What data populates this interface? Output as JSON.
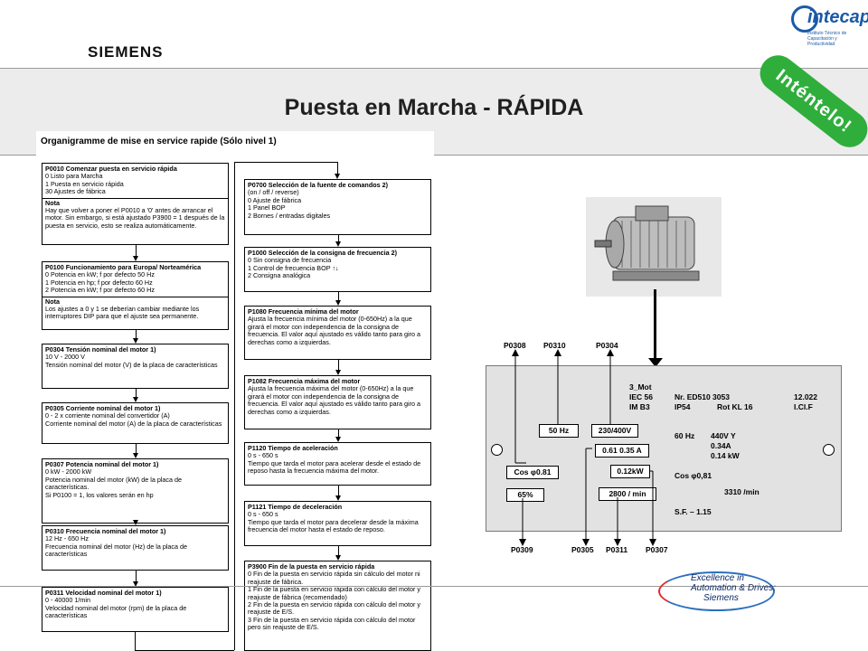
{
  "brand": "SIEMENS",
  "title": "Puesta en Marcha - RÁPIDA",
  "badge": "Inténtelo!",
  "intecap": {
    "name": "intecap",
    "sub": "Instituto Técnico de Capacitación y Productividad"
  },
  "flow": {
    "heading": "Organigramme de mise en service rapide (Sólo nivel 1)",
    "left": [
      {
        "head": "P0010  Comenzar puesta en servicio rápida",
        "lines": [
          "0    Listo para Marcha",
          "1    Puesta en servicio rápida",
          "30  Ajustes de fábrica"
        ],
        "nota_label": "Nota",
        "nota": "Hay que volver a poner el P0010 a '0' antes de arrancar el motor. Sin embargo, si está ajustado P3900 = 1 después de la puesta en servicio, esto se realiza automáticamente."
      },
      {
        "head": "P0100  Funcionamiento para Europa/ Norteamérica",
        "lines": [
          "0    Potencia en kW; f por defecto 50 Hz",
          "1    Potencia en hp; f por defecto 60 Hz",
          "2    Potencia en kW; f por defecto 60 Hz"
        ],
        "nota_label": "Nota",
        "nota": "Los ajustes a 0 y 1 se deberían cambiar mediante los interruptores DIP para que el ajuste sea permanente."
      },
      {
        "head": "P0304  Tensión nominal del motor 1)",
        "lines": [
          "10 V - 2000 V",
          "Tensión nominal del motor (V) de la placa de características"
        ]
      },
      {
        "head": "P0305  Corriente nominal del motor 1)",
        "lines": [
          "0 - 2 x corriente nominal del convertidor (A)",
          "Corriente nominal del motor (A) de la placa de características"
        ]
      },
      {
        "head": "P0307  Potencia nominal del motor 1)",
        "lines": [
          "0 kW - 2000 kW",
          "Potencia nominal del motor (kW) de la placa de características.",
          "Si P0100 = 1, los valores serán en hp"
        ]
      },
      {
        "head": "P0310  Frecuencia nominal del motor 1)",
        "lines": [
          "12 Hz - 650 Hz",
          "Frecuencia nominal del motor (Hz) de la placa de características"
        ]
      },
      {
        "head": "P0311  Velocidad nominal del motor 1)",
        "lines": [
          "0  - 40000 1/min",
          "Velocidad nominal del motor (rpm) de la placa de características"
        ]
      }
    ],
    "right": [
      {
        "head": "P0700  Selección de la fuente de comandos 2)",
        "lines": [
          "(on / off / reverse)",
          "0    Ajuste de fábrica",
          "1    Panel BOP",
          "2    Bornes / entradas digitales"
        ]
      },
      {
        "head": "P1000  Selección de la consigna de frecuencia 2)",
        "lines": [
          "0    Sin consigna de frecuencia",
          "1    Control de frecuencia BOP  ↑↓",
          "2    Consigna analógica"
        ]
      },
      {
        "head": "P1080  Frecuencia mínima del motor",
        "lines": [
          "Ajusta la frecuencia mínima del motor (0-650Hz) a la que girará el motor con independencia de la consigna de frecuencia. El valor aquí ajustado es válido tanto para giro a derechas como a izquierdas."
        ]
      },
      {
        "head": "P1082  Frecuencia máxima del motor",
        "lines": [
          "Ajusta la frecuencia máxima del motor (0-650Hz) a la que girará el motor con independencia de la consigna de frecuencia. El valor aquí ajustado es válido tanto para giro a derechas como a izquierdas."
        ]
      },
      {
        "head": "P1120  Tiempo de aceleración",
        "lines": [
          "0 s - 650 s",
          "Tiempo que tarda el motor para acelerar desde el estado de reposo hasta la frecuencia máxima del motor."
        ]
      },
      {
        "head": "P1121  Tiempo de deceleración",
        "lines": [
          "0 s - 650 s",
          "Tiempo que tarda el motor para decelerar desde la máxima frecuencia del motor hasta el estado de reposo."
        ]
      },
      {
        "head": "P3900  Fin de la puesta en servicio rápida",
        "lines": [
          "0    Fin de la puesta en servicio rápida sin cálculo del motor ni reajuste de fábrica.",
          "1    Fin de la puesta en servicio rápida con cálculo del motor y reajuste de fábrica (recomendado)",
          "2    Fin de la puesta en servicio rápida con cálculo del motor y reajuste de E/S.",
          "3    Fin de la puesta en servicio rápida con cálculo del motor pero sin reajuste de E/S."
        ]
      }
    ]
  },
  "plate": {
    "top_labels": [
      "P0308",
      "P0310",
      "P0304"
    ],
    "bottom_labels": [
      "P0309",
      "P0305",
      "P0311",
      "P0307"
    ],
    "type_lines": [
      "3_Mot",
      "IEC 56",
      "IM B3"
    ],
    "serial_lines": [
      "Nr. ED510 3053",
      "IP54",
      "Rot KL 16"
    ],
    "code_lines": [
      "12.022",
      "I.Cl.F"
    ],
    "hz_box": "50 Hz",
    "volt_box": "230/400V",
    "amp_box": "0.61 0.35 A",
    "kw_box": "0.12kW",
    "cos_box": "Cos φ0.81",
    "eff_box": "65%",
    "rpm_box": "2800 / min",
    "freq60": "60 Hz",
    "right_vals": [
      "440V Y",
      "0.34A",
      "0.14 kW"
    ],
    "cos_right": "Cos φ0,81",
    "rpm_right": "3310 /min",
    "sf": "S.F. – 1.15"
  },
  "excellence": {
    "line1": "Excellence in",
    "line2": "Automation & Drives:",
    "line3": "Siemens"
  }
}
